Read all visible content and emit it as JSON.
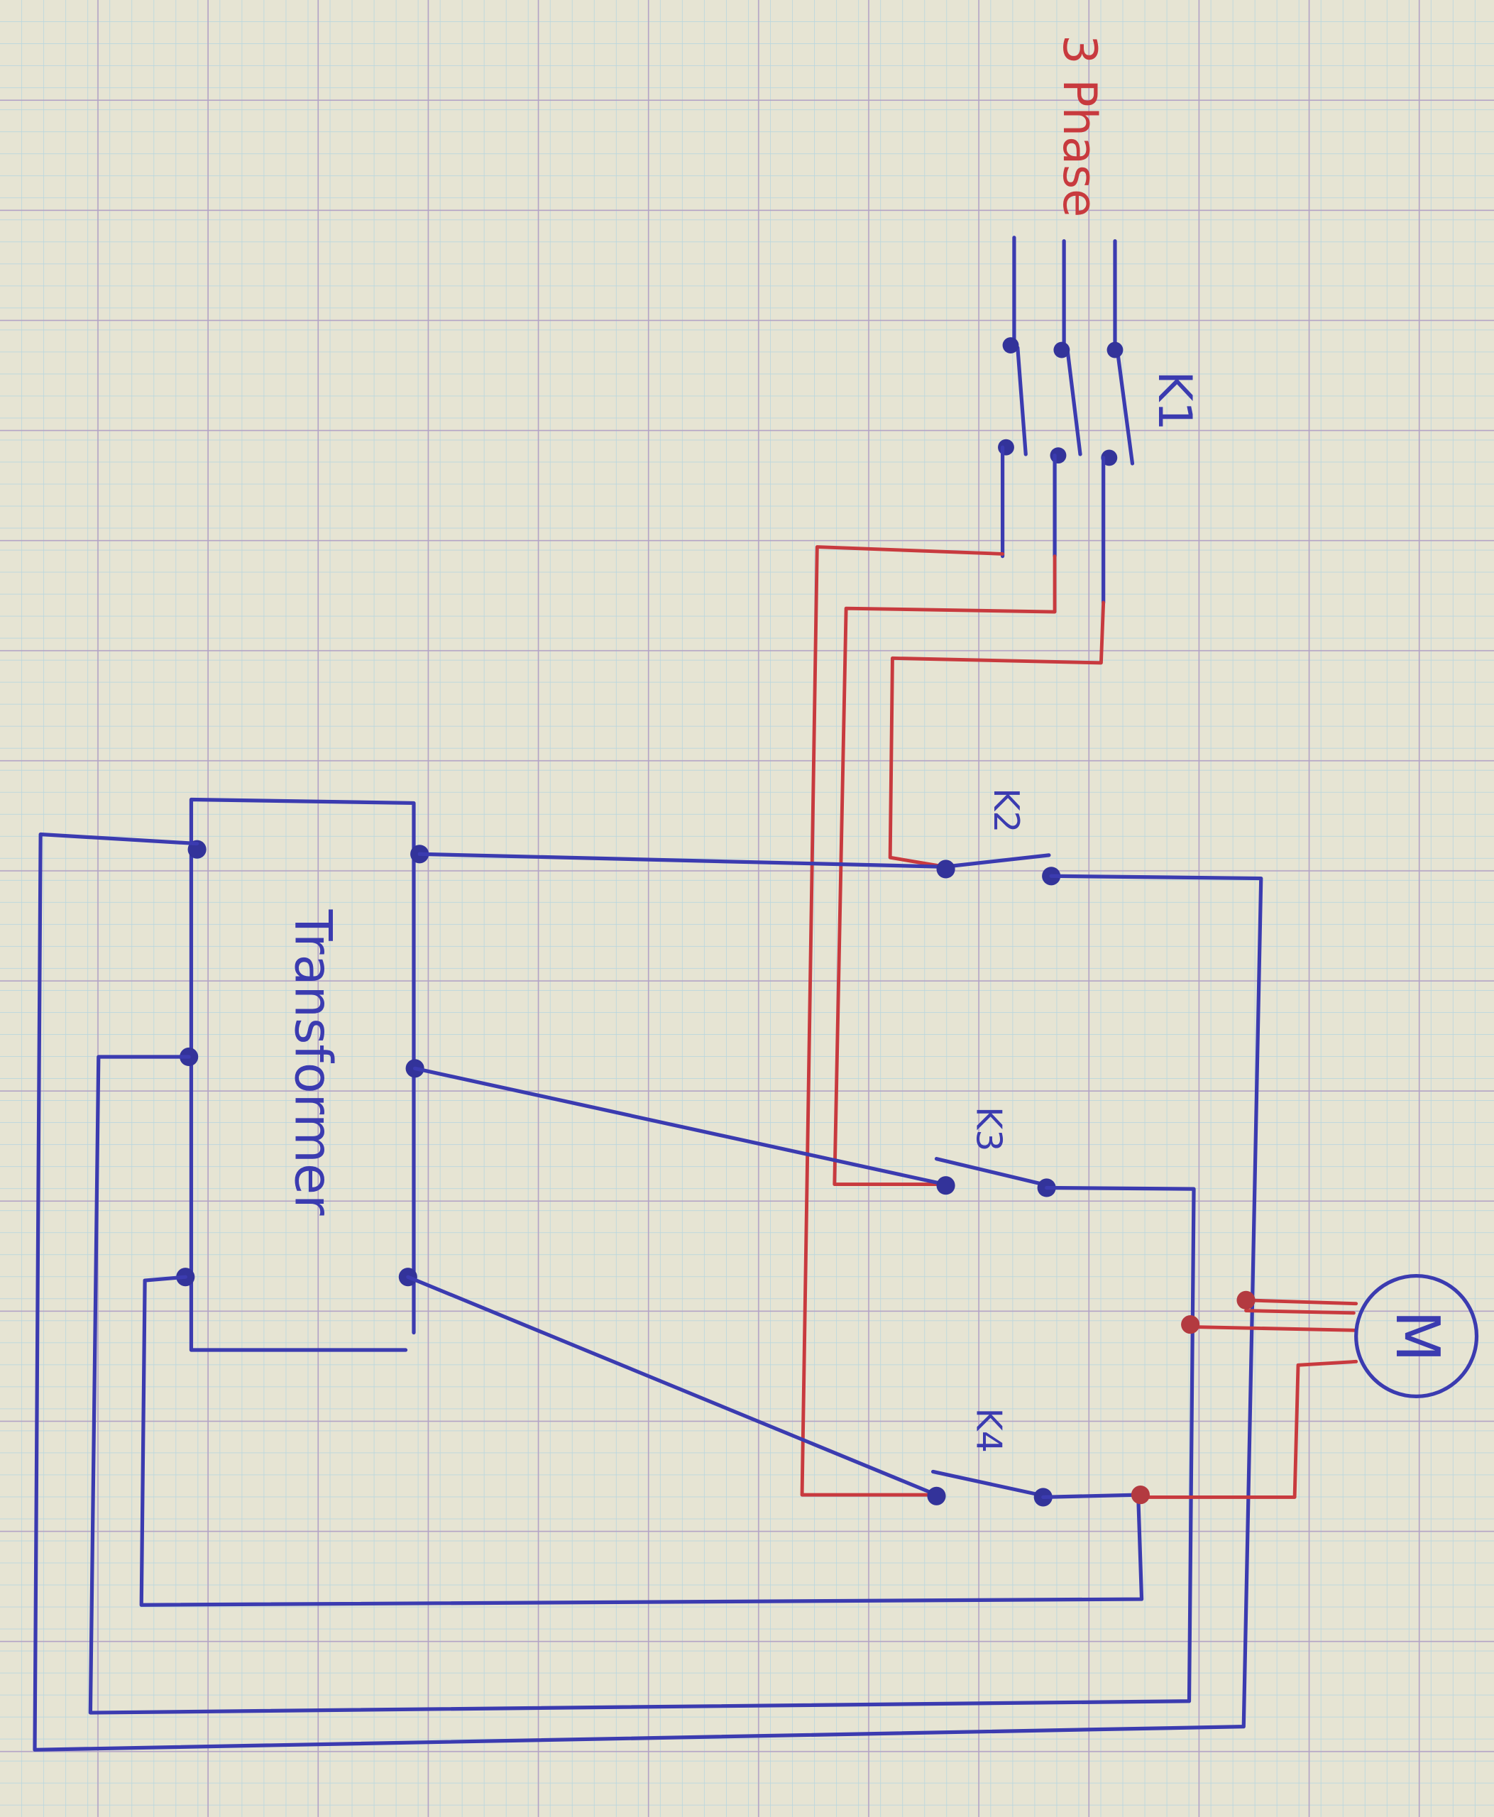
{
  "diagram": {
    "supply_label": "3 Phase",
    "contactors": [
      {
        "id": "k1",
        "label": "K1"
      },
      {
        "id": "k2",
        "label": "K2"
      },
      {
        "id": "k3",
        "label": "K3"
      },
      {
        "id": "k4",
        "label": "K4"
      }
    ],
    "transformer_label": "Transformer",
    "motor_label": "M",
    "colors": {
      "paper": "#e6e4d3",
      "ink_blue": "#3b3bb0",
      "ink_red": "#c83a3e",
      "grid_minor": "#b9d6de",
      "grid_major": "#b3a3c6"
    }
  }
}
